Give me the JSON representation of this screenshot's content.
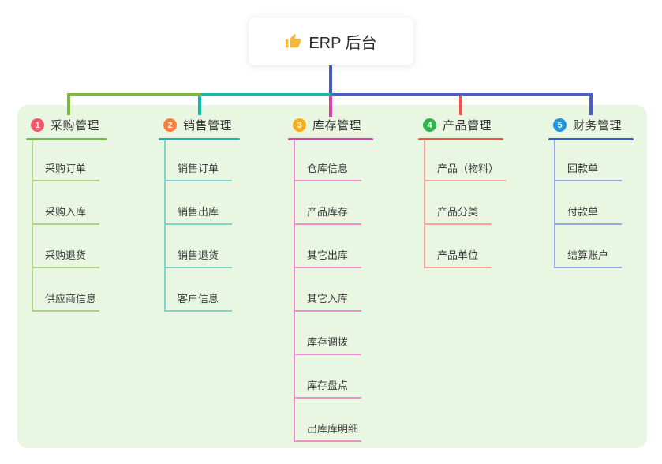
{
  "root": {
    "label": "ERP 后台",
    "icon": "thumbs-up-icon",
    "icon_color": "#f5b940"
  },
  "colors": {
    "panel_bg": "#e9f6e2",
    "root_connector": "#4a5cc5",
    "bar_green": "#7cb93f",
    "bar_teal": "#14b8a9",
    "bar_blue": "#4a5cc5",
    "drop_magenta": "#d63fa5",
    "drop_red": "#f0534f"
  },
  "branches": [
    {
      "number": "1",
      "label": "采购管理",
      "badge_color": "#f4566b",
      "line_color": "#7cb93f",
      "child_line_color": "#a9d488",
      "children": [
        "采购订单",
        "采购入库",
        "采购退货",
        "供应商信息"
      ]
    },
    {
      "number": "2",
      "label": "销售管理",
      "badge_color": "#fb7e3f",
      "line_color": "#14b8a9",
      "child_line_color": "#7fd4c9",
      "children": [
        "销售订单",
        "销售出库",
        "销售退货",
        "客户信息"
      ]
    },
    {
      "number": "3",
      "label": "库存管理",
      "badge_color": "#fbad15",
      "line_color": "#d63fa5",
      "child_line_color": "#ef8ec8",
      "children": [
        "仓库信息",
        "产品库存",
        "其它出库",
        "其它入库",
        "库存调拨",
        "库存盘点",
        "出库库明细"
      ]
    },
    {
      "number": "4",
      "label": "产品管理",
      "badge_color": "#2fb34c",
      "line_color": "#f0534f",
      "child_line_color": "#f9a29b",
      "children": [
        "产品（物料）",
        "产品分类",
        "产品单位"
      ]
    },
    {
      "number": "5",
      "label": "财务管理",
      "badge_color": "#2095da",
      "line_color": "#4058c4",
      "child_line_color": "#92a9e0",
      "children": [
        "回款单",
        "付款单",
        "结算账户"
      ]
    }
  ]
}
